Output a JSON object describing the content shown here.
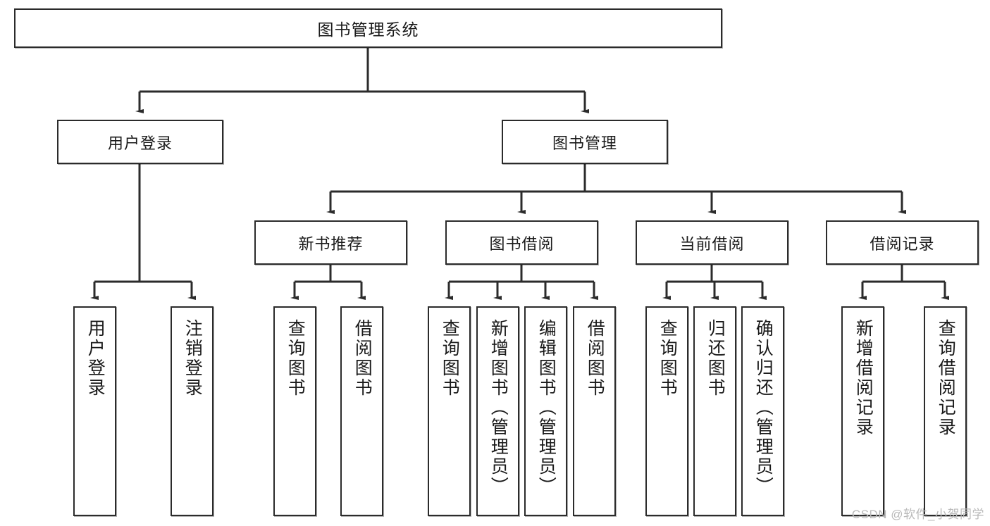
{
  "diagram": {
    "title": "图书管理系统",
    "watermark": "CSDN @软件_小贺同学",
    "line_color": "#2b2b2b",
    "box_fill": "#ffffff",
    "text_color": "#1a1a1a",
    "watermark_color": "#b9b9b9",
    "root": {
      "label": "图书管理系统"
    },
    "level2": [
      {
        "label": "用户登录"
      },
      {
        "label": "图书管理"
      }
    ],
    "level3": [
      {
        "label": "新书推荐"
      },
      {
        "label": "图书借阅"
      },
      {
        "label": "当前借阅"
      },
      {
        "label": "借阅记录"
      }
    ],
    "leaves": {
      "user_login": [
        {
          "label": "用户登录"
        },
        {
          "label": "注销登录"
        }
      ],
      "new_book": [
        {
          "label": "查询图书"
        },
        {
          "label": "借阅图书"
        }
      ],
      "book_borrow": [
        {
          "label": "查询图书"
        },
        {
          "label": "新增图书（管理员）"
        },
        {
          "label": "编辑图书（管理员）"
        },
        {
          "label": "借阅图书"
        }
      ],
      "current_borrow": [
        {
          "label": "查询图书"
        },
        {
          "label": "归还图书"
        },
        {
          "label": "确认归还（管理员）"
        }
      ],
      "borrow_record": [
        {
          "label": "新增借阅记录"
        },
        {
          "label": "查询借阅记录"
        }
      ]
    }
  }
}
